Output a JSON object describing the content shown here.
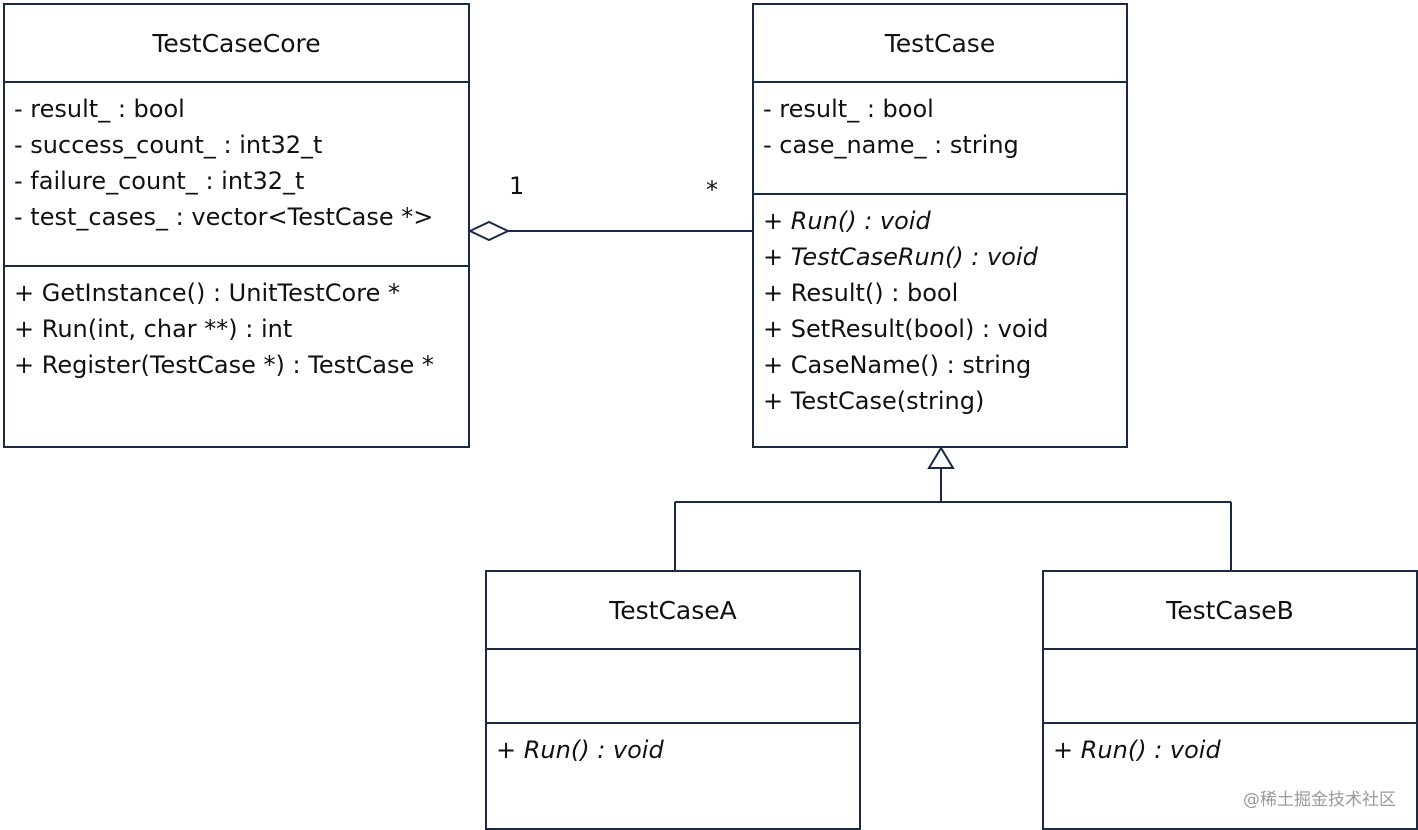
{
  "classes": {
    "core": {
      "name": "TestCaseCore",
      "attributes": [
        "- result_ : bool",
        "- success_count_ : int32_t",
        "- failure_count_ : int32_t",
        "- test_cases_ : vector<TestCase *>"
      ],
      "methods": [
        "+ GetInstance() : UnitTestCore *",
        "+ Run(int, char **) : int",
        "+ Register(TestCase *) : TestCase *"
      ]
    },
    "testcase": {
      "name": "TestCase",
      "attributes": [
        "- result_ : bool",
        "- case_name_ : string"
      ],
      "methods": [
        "+ Run() : void",
        "+ TestCaseRun() : void",
        "+ Result() : bool",
        "+ SetResult(bool) : void",
        "+ CaseName() : string",
        "+ TestCase(string)"
      ]
    },
    "a": {
      "name": "TestCaseA",
      "methods": [
        "+ Run() : void"
      ]
    },
    "b": {
      "name": "TestCaseB",
      "methods": [
        "+ Run() : void"
      ]
    }
  },
  "association": {
    "mult_core": "1",
    "mult_testcase": "*"
  },
  "watermark": "@稀土掘金技术社区",
  "colors": {
    "line": "#1a2a44"
  },
  "icons": [
    "aggregation-diamond-icon",
    "inheritance-triangle-icon"
  ]
}
